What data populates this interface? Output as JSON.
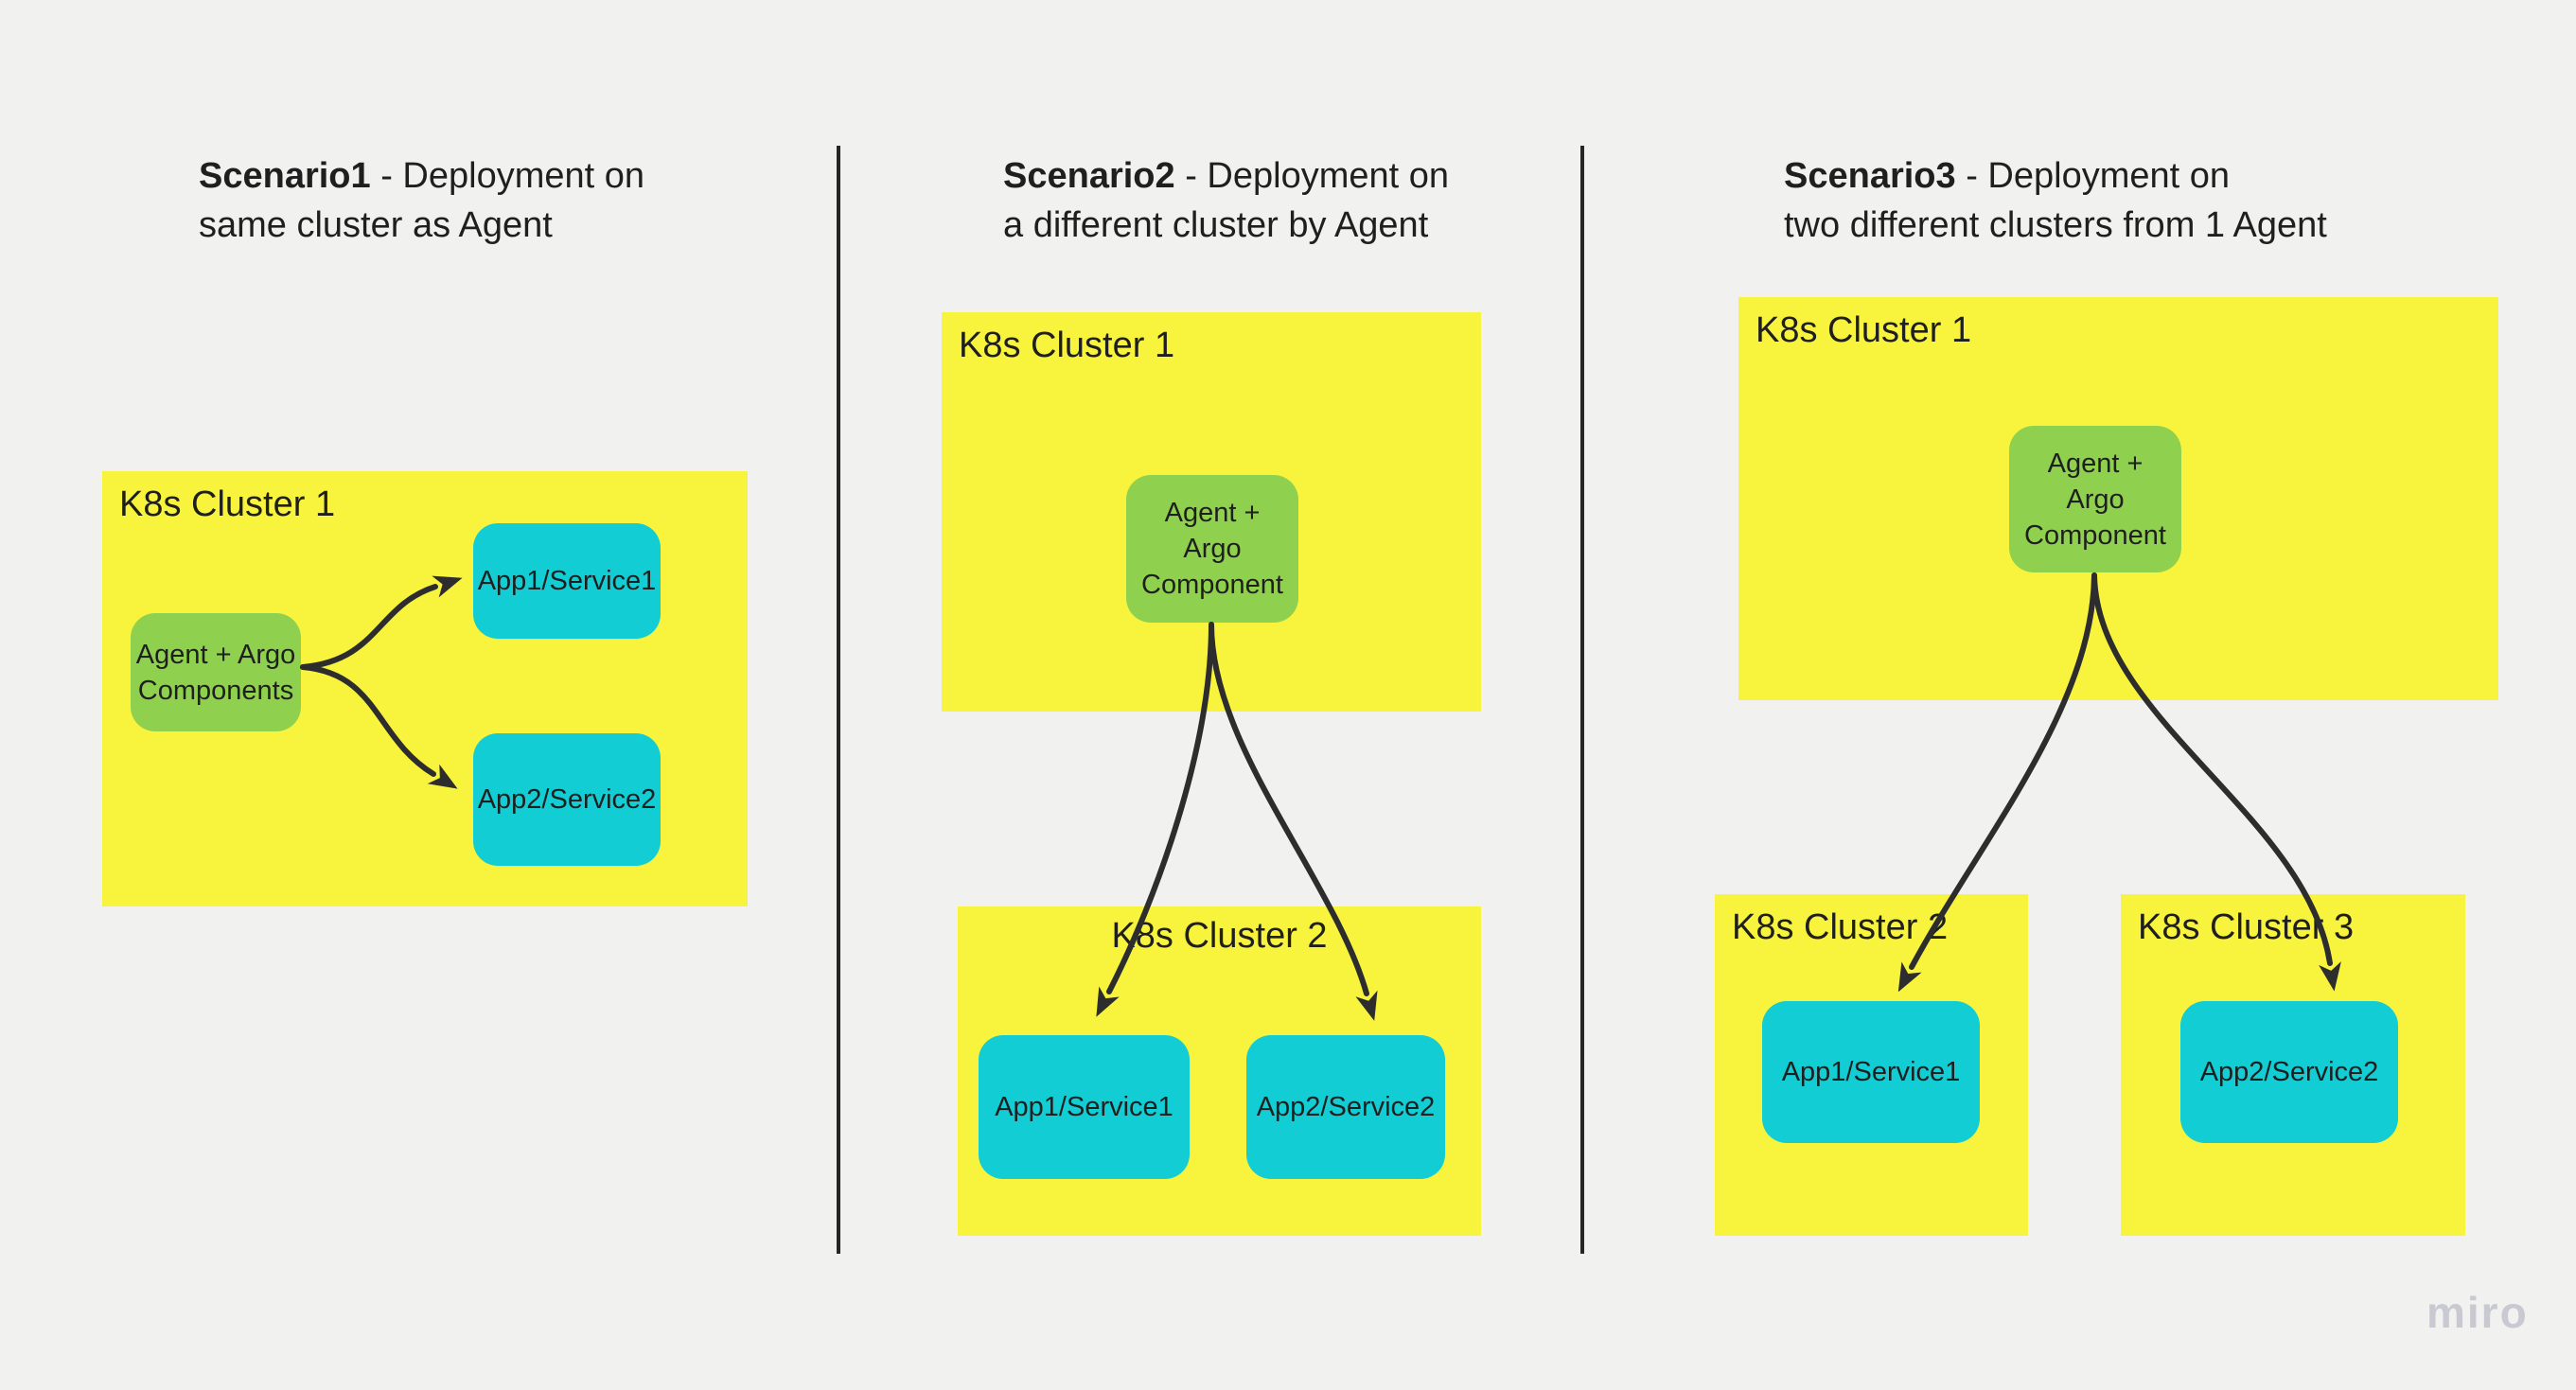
{
  "colors": {
    "background": "#f1f1f0",
    "cluster_fill": "#f8f43e",
    "agent_fill": "#8fd14f",
    "app_fill": "#12cdd4",
    "line": "#2d2d2d",
    "text": "#1f1f1f",
    "divider": "#262626",
    "watermark": "#c9c9d2"
  },
  "watermark": "miro",
  "scenarios": [
    {
      "title_bold": "Scenario1",
      "title_rest": " - Deployment on",
      "title_line2": "same cluster as Agent",
      "cluster1_label": "K8s Cluster 1",
      "agent_line1": "Agent + Argo",
      "agent_line2": "Components",
      "app1_label": "App1/Service1",
      "app2_label": "App2/Service2"
    },
    {
      "title_bold": "Scenario2",
      "title_rest": " - Deployment on",
      "title_line2": "a different cluster by Agent",
      "cluster1_label": "K8s Cluster 1",
      "cluster2_label": "K8s Cluster 2",
      "agent_line1": "Agent +",
      "agent_line2": "Argo",
      "agent_line3": "Component",
      "app1_label": "App1/Service1",
      "app2_label": "App2/Service2"
    },
    {
      "title_bold": "Scenario3",
      "title_rest": " - Deployment on",
      "title_line2": "two different clusters from 1 Agent",
      "cluster1_label": "K8s Cluster 1",
      "cluster2_label": "K8s Cluster 2",
      "cluster3_label": "K8s Cluster 3",
      "agent_line1": "Agent +",
      "agent_line2": "Argo",
      "agent_line3": "Component",
      "app1_label": "App1/Service1",
      "app2_label": "App2/Service2"
    }
  ]
}
